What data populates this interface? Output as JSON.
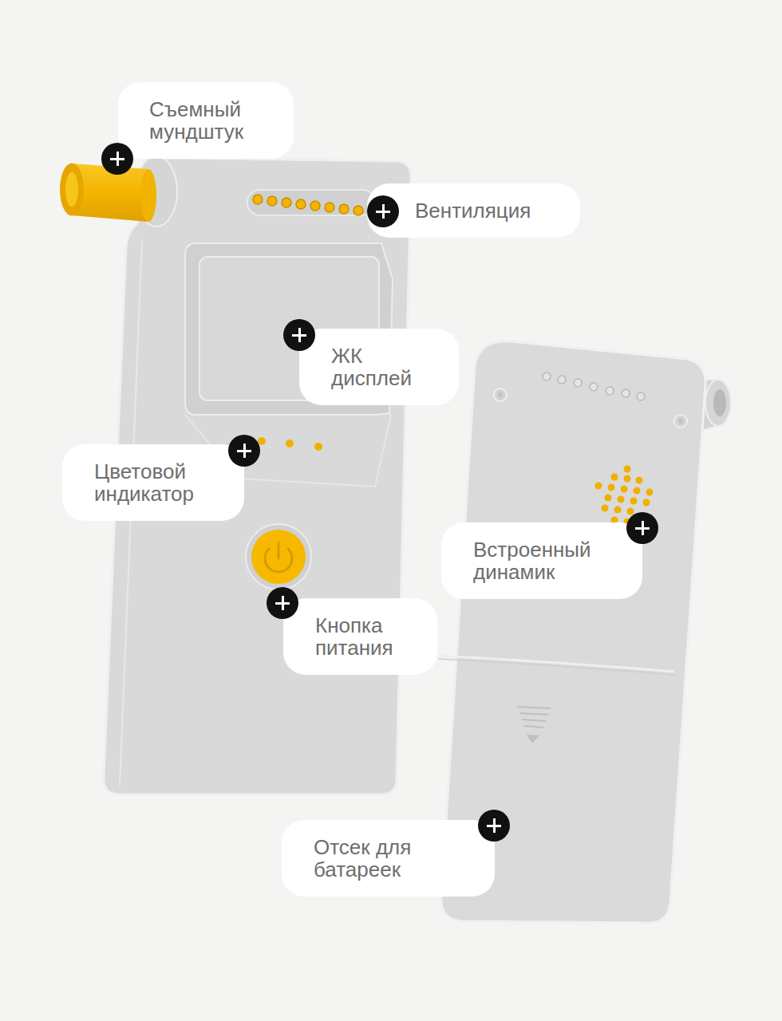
{
  "diagram": {
    "nodes": [
      {
        "text": [
          "Съемный мундштук"
        ]
      },
      {
        "text": [
          "Вентиляция"
        ]
      },
      {
        "text": [
          "ЖК дисплей"
        ]
      },
      {
        "text": [
          "Цветовой индикатор"
        ]
      },
      {
        "text": [
          "Встроенный динамик"
        ]
      },
      {
        "text": [
          "Кнопка питания"
        ]
      },
      {
        "text": [
          "Отсек для батареек"
        ]
      }
    ]
  }
}
